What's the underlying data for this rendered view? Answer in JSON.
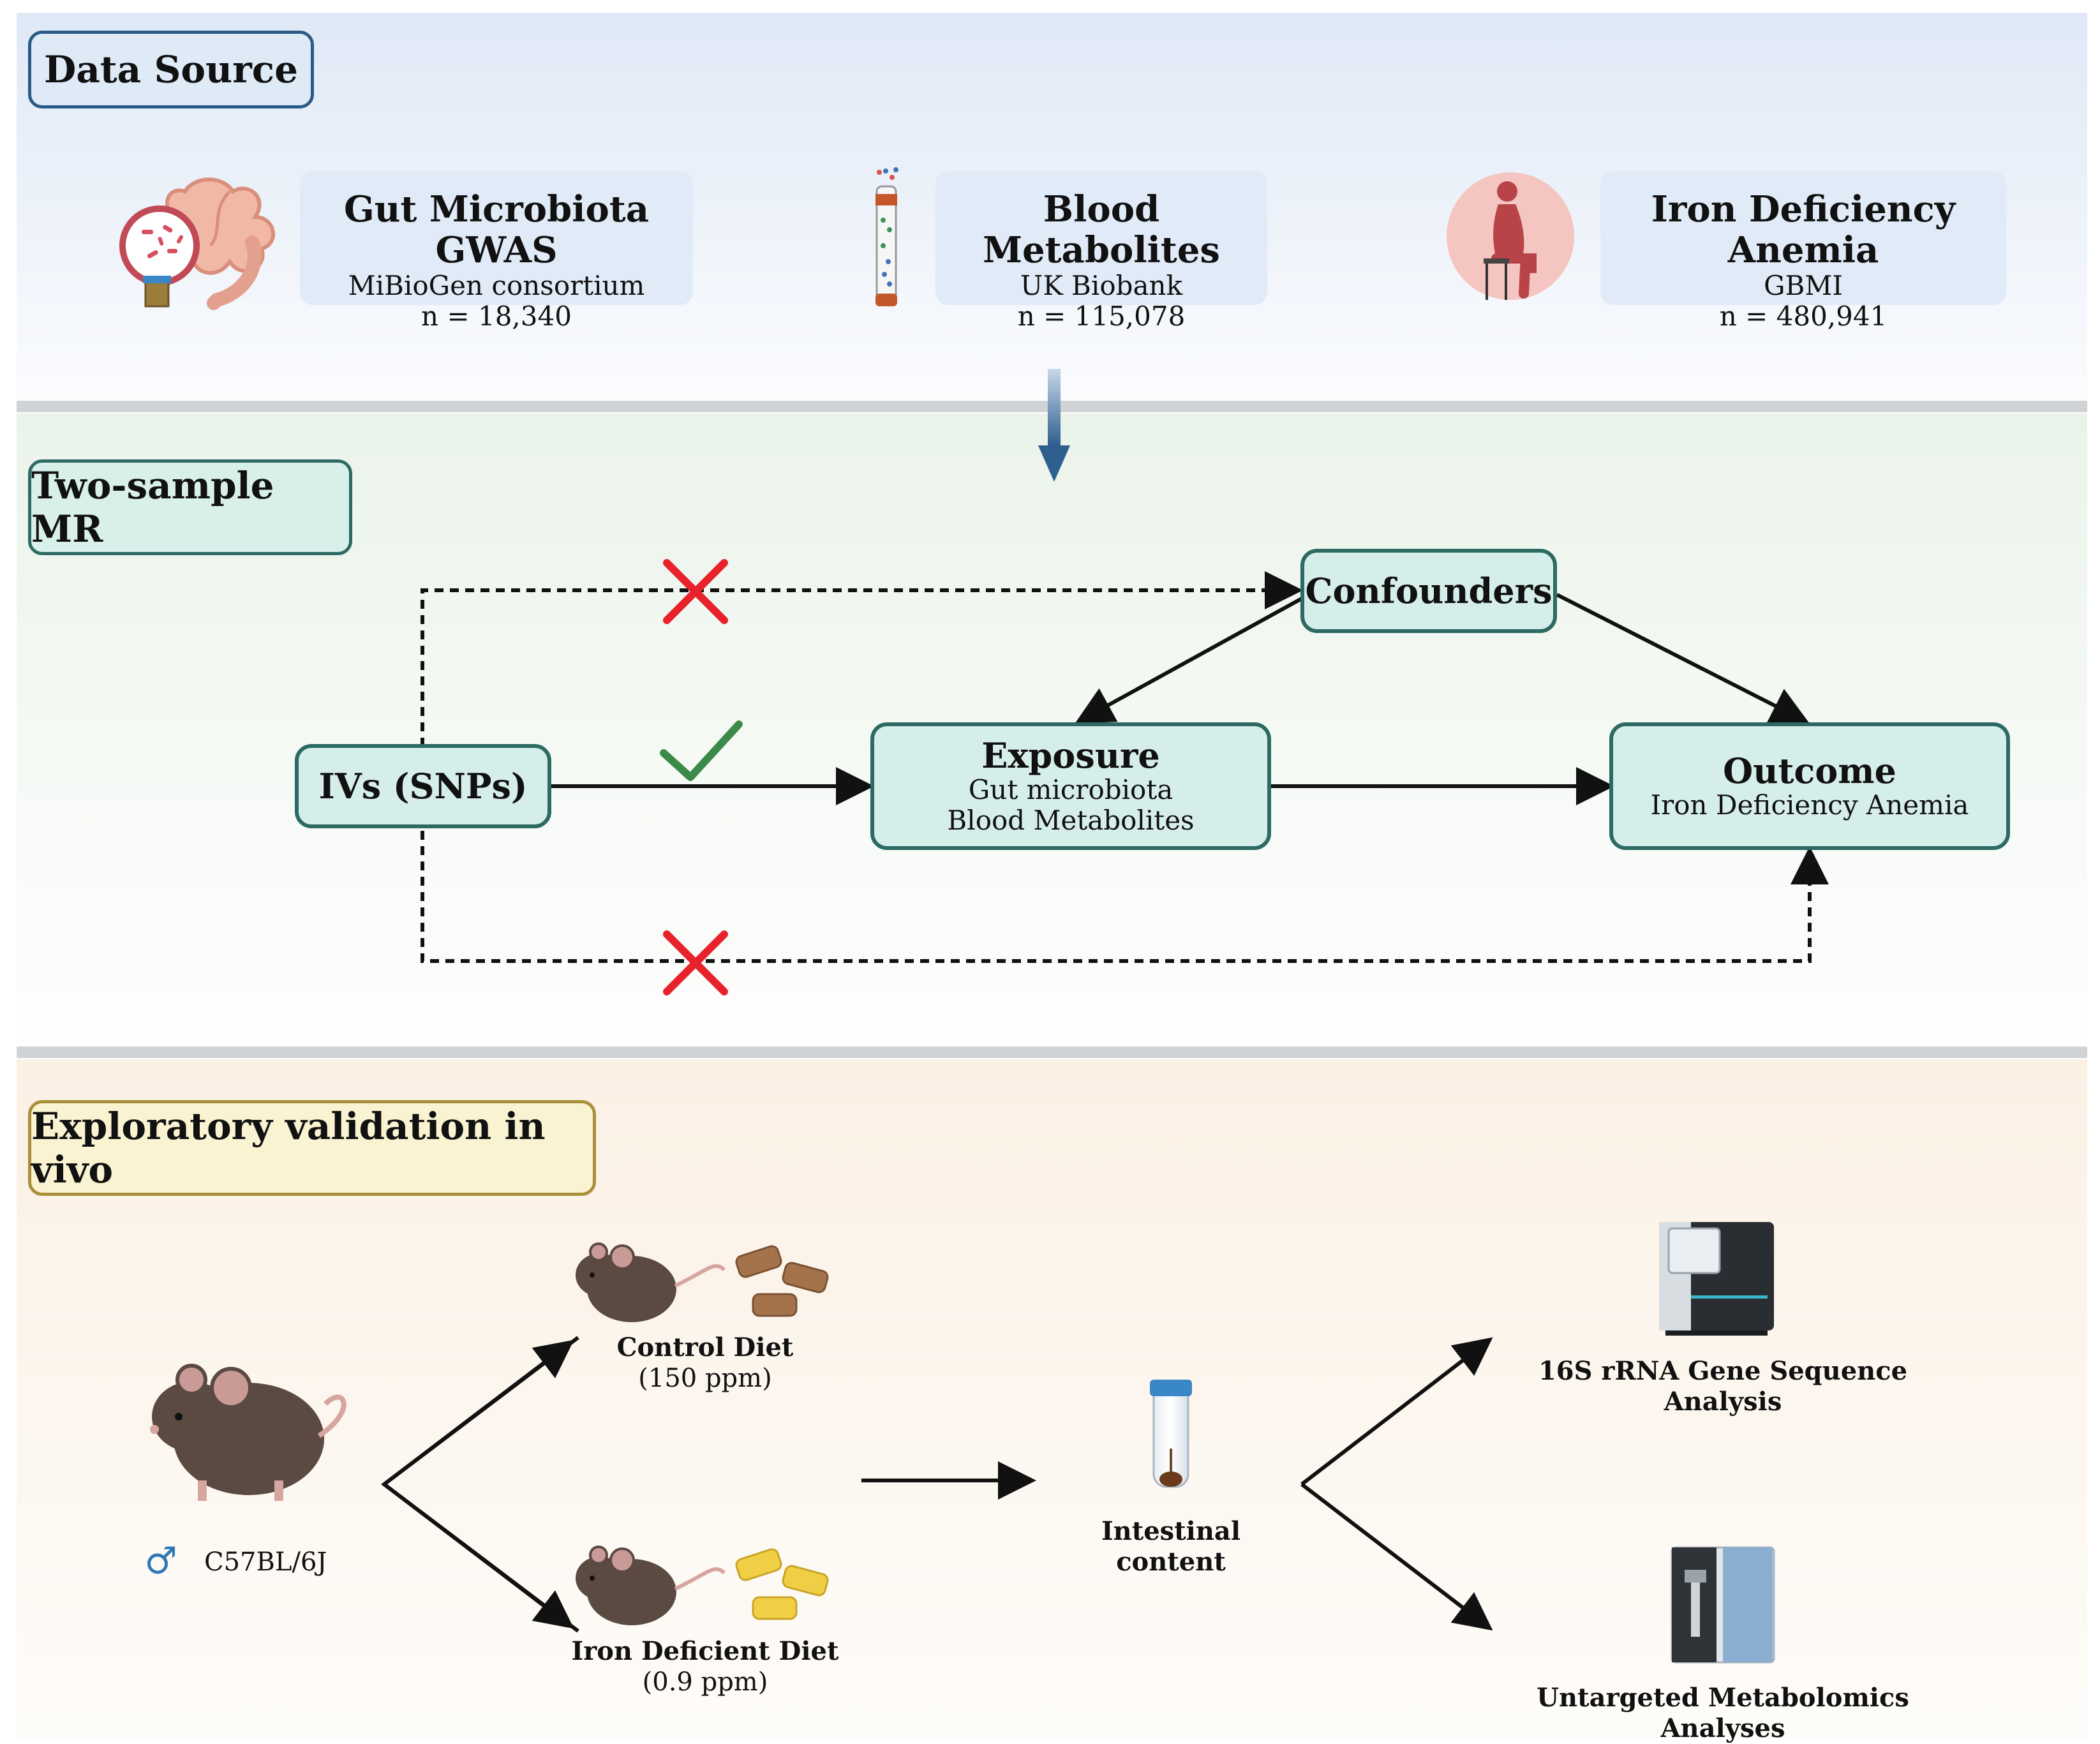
{
  "sections": {
    "data_source": "Data Source",
    "mr": "Two-sample MR",
    "invivo": "Exploratory validation in vivo"
  },
  "sources": [
    {
      "title": "Gut Microbiota GWAS",
      "org": "MiBioGen consortium",
      "n": "n = 18,340"
    },
    {
      "title": "Blood Metabolites",
      "org": "UK Biobank",
      "n": "n = 115,078"
    },
    {
      "title": "Iron Deficiency Anemia",
      "org": "GBMI",
      "n": "n = 480,941"
    }
  ],
  "mr": {
    "ivs": "IVs (SNPs)",
    "confounders": "Confounders",
    "exposure_title": "Exposure",
    "exposure_line1": "Gut microbiota",
    "exposure_line2": "Blood Metabolites",
    "outcome_title": "Outcome",
    "outcome_line1": "Iron Deficiency Anemia"
  },
  "invivo": {
    "strain_symbol": "♂",
    "strain": "C57BL/6J",
    "control_diet": "Control Diet",
    "control_ppm": "(150 ppm)",
    "iron_diet": "Iron Deficient Diet",
    "iron_ppm": "(0.9 ppm)",
    "intestinal": "Intestinal content",
    "analysis1": "16S rRNA Gene Sequence Analysis",
    "analysis2": "Untargeted Metabolomics Analyses"
  },
  "colors": {
    "node_fill": "#d5eee9",
    "node_border": "#2c6a63",
    "cross": "#e8222b",
    "check": "#3c8a4a",
    "down_arrow": "#2e5f8e"
  }
}
